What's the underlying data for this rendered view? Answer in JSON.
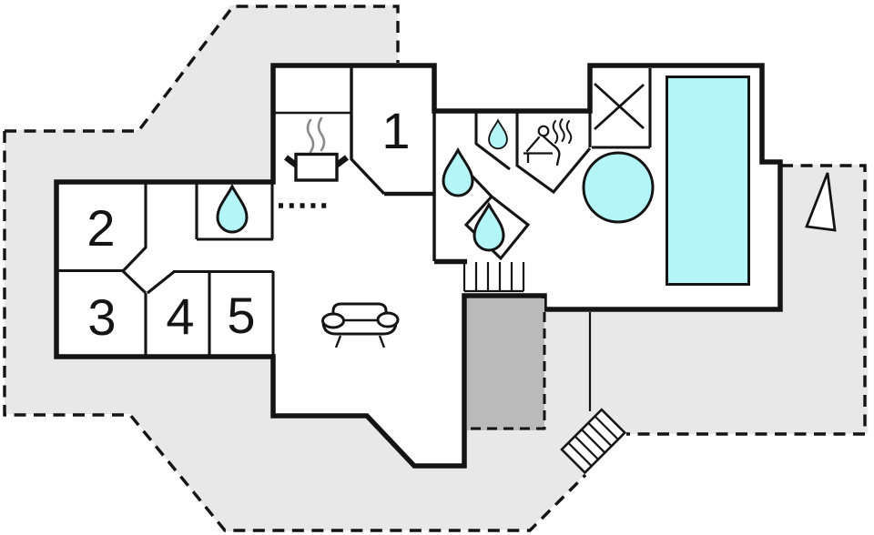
{
  "floorplan": {
    "rooms": [
      {
        "label": "1"
      },
      {
        "label": "2"
      },
      {
        "label": "3"
      },
      {
        "label": "4"
      },
      {
        "label": "5"
      }
    ],
    "icons": [
      "water-drop",
      "water-drop",
      "water-drop",
      "water-drop",
      "sauna-person",
      "stove-pot",
      "sofa",
      "hot-tub",
      "swimming-pool",
      "interior-stairs",
      "exterior-stairs",
      "x-mark",
      "north-arrow"
    ],
    "colors": {
      "water": "#b4f5f8",
      "lot": "#e8e8e8",
      "terrace": "#bababa",
      "wall": "#141414",
      "canvas": "#ffffff"
    }
  }
}
